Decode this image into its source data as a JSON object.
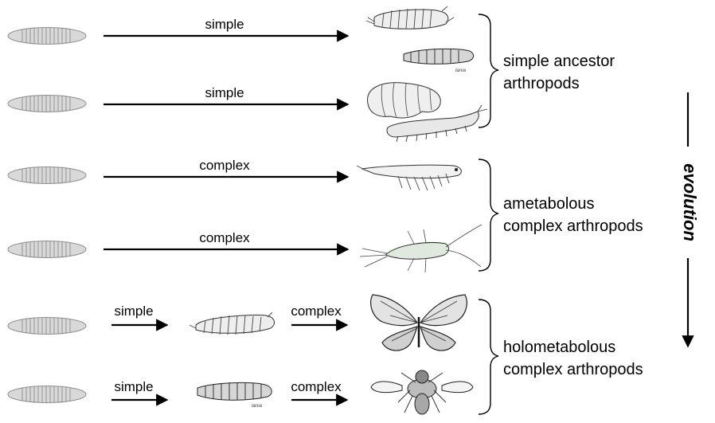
{
  "rows": [
    {
      "arrow_label": "simple"
    },
    {
      "arrow_label": "simple"
    },
    {
      "arrow_label": "complex"
    },
    {
      "arrow_label": "complex"
    },
    {
      "first_label": "simple",
      "second_label": "complex"
    },
    {
      "first_label": "simple",
      "second_label": "complex"
    }
  ],
  "groups": [
    {
      "line1": "simple ancestor",
      "line2": "arthropods"
    },
    {
      "line1": "ametabolous",
      "line2": "complex arthropods"
    },
    {
      "line1": "holometabolous",
      "line2": "complex arthropods"
    }
  ],
  "evolution_label": "evolution",
  "organisms": [
    "caterpillar-icon",
    "larva-icon",
    "grub-icon",
    "centipede-larva-icon",
    "shrimp-icon",
    "silverfish-icon",
    "butterfly-icon",
    "fly-icon"
  ]
}
